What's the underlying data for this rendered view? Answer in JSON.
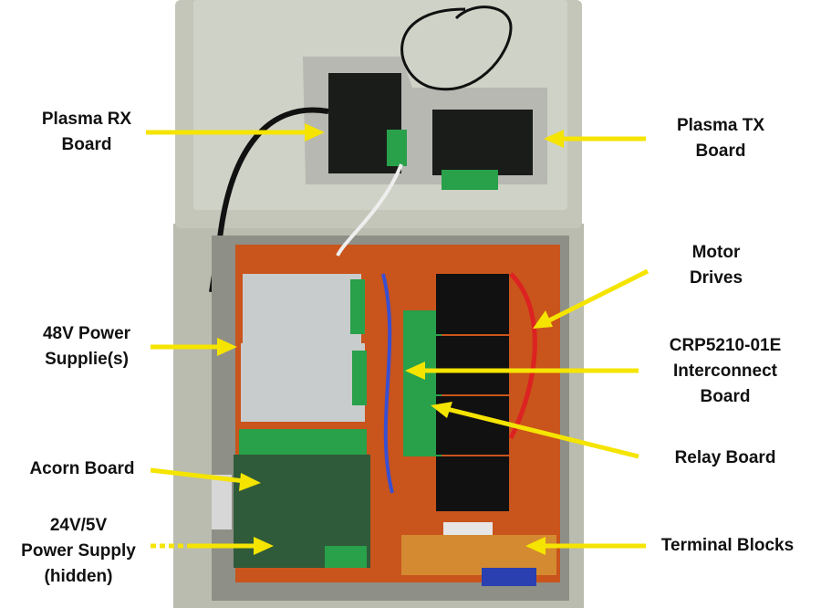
{
  "labels": {
    "plasma_rx": "Plasma RX\nBoard",
    "plasma_tx": "Plasma TX\nBoard",
    "motor_drives": "Motor\nDrives",
    "power_48v": "48V Power\nSupplie(s)",
    "interconnect": "CRP5210-01E\nInterconnect\nBoard",
    "acorn": "Acorn Board",
    "relay": "Relay Board",
    "power_24v5v": "24V/5V\nPower Supply\n(hidden)",
    "terminal_blocks": "Terminal Blocks"
  },
  "colors": {
    "arrow": "#f5e400",
    "enclosure": "#b9bcae",
    "enclosure_inner": "#a9ac9c",
    "backplate": "#c9541c",
    "board": "#1a1c1a",
    "acorn_board": "#2f5b3a",
    "terminal_green": "#29a04a",
    "psu": "#c8cccc"
  }
}
